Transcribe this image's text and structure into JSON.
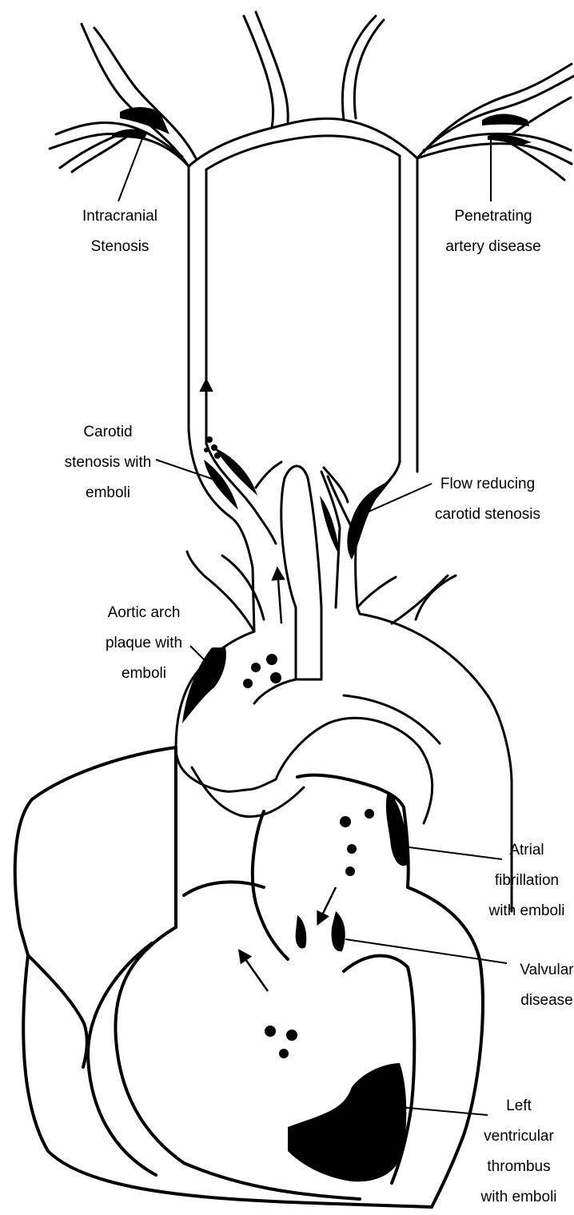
{
  "colors": {
    "ink": "#000000",
    "background": "#ffffff"
  },
  "labels": {
    "intracranial": {
      "lines": [
        "Intracranial",
        "Stenosis"
      ]
    },
    "penetrating": {
      "lines": [
        "Penetrating",
        "artery disease"
      ]
    },
    "carotid_emboli": {
      "lines": [
        "Carotid",
        "stenosis with",
        "emboli"
      ]
    },
    "flow_reducing": {
      "lines": [
        "Flow reducing",
        "carotid stenosis"
      ]
    },
    "aortic_arch": {
      "lines": [
        "Aortic arch",
        "plaque with",
        "emboli"
      ]
    },
    "atrial": {
      "lines": [
        "Atrial",
        "fibrillation",
        "with emboli"
      ]
    },
    "valvular": {
      "lines": [
        "Valvular",
        "disease"
      ]
    },
    "lv_thrombus": {
      "lines": [
        "Left",
        "ventricular",
        "thrombus",
        "with emboli"
      ]
    }
  }
}
